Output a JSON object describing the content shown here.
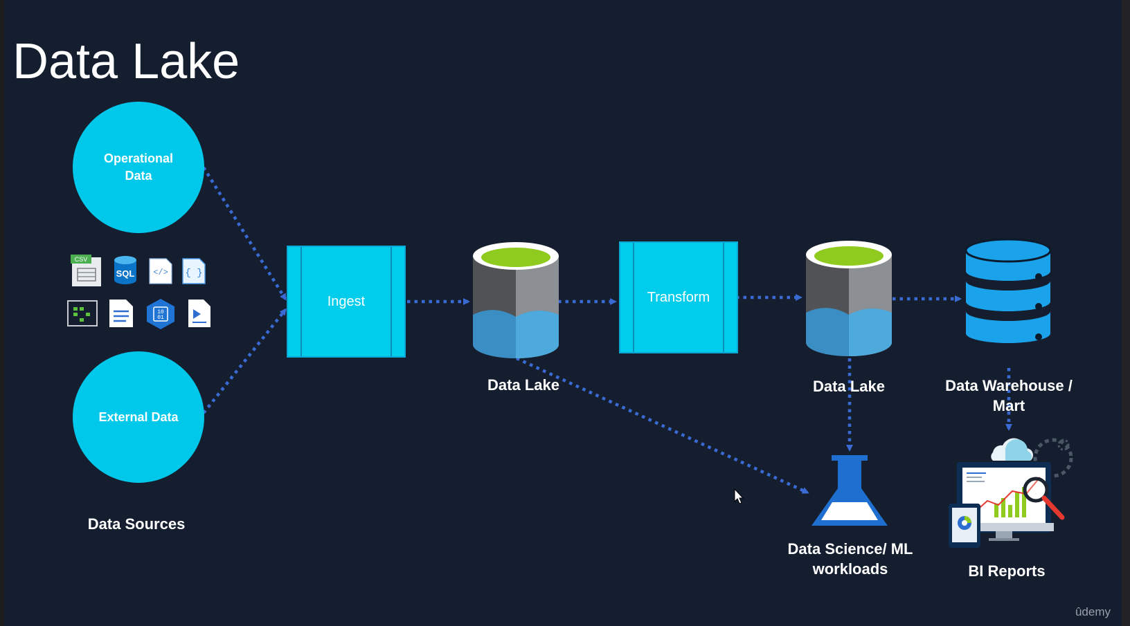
{
  "slide": {
    "title": "Data Lake",
    "sources": {
      "operational": "Operational Data",
      "external": "External Data",
      "caption": "Data Sources",
      "file_icons": [
        "csv-icon",
        "sql-database-icon",
        "xml-file-icon",
        "json-file-icon",
        "table-grid-icon",
        "document-icon",
        "binary-file-icon",
        "text-file-icon"
      ],
      "csv_text": "CSV",
      "sql_text": "SQL"
    },
    "steps": {
      "ingest": "Ingest",
      "transform": "Transform"
    },
    "lake_raw_label": "Data Lake",
    "lake_curated_label": "Data Lake",
    "warehouse_label": "Data Warehouse / Mart",
    "ml_label": "Data Science/ ML workloads",
    "bi_label": "BI Reports",
    "watermark": "ûdemy",
    "colors": {
      "background": "#141e2e",
      "cyan": "#00cdec",
      "arrow": "#3a6bd4",
      "lake_top": "#8fca1e",
      "db_blue": "#1aa2ea"
    }
  }
}
